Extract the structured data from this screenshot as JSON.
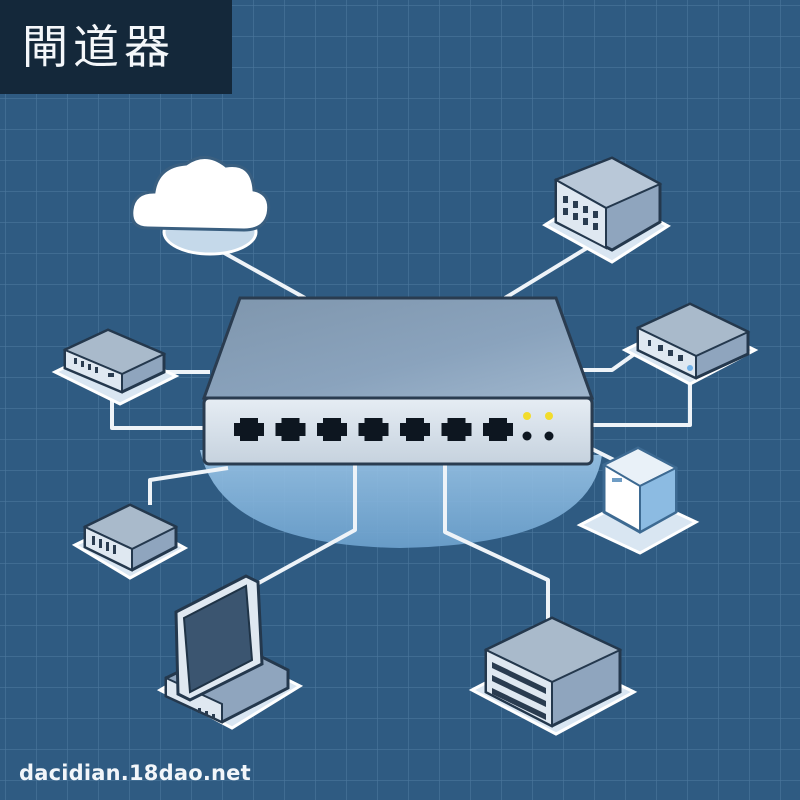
{
  "title": "閘道器",
  "watermark": "dacidian.18dao.net",
  "colors": {
    "background": "#2f5b82",
    "grid": "#4b769c",
    "title_bg": "#14283a",
    "title_text": "#f4f7fa",
    "cable": "#eef3f8",
    "device_top": "#8ea4bd",
    "device_front": "#dfe8f1",
    "port": "#0d1620",
    "led": "#f2dc2c"
  },
  "diagram": {
    "hub": {
      "label": "gateway-router",
      "ports": 7,
      "leds": 2
    },
    "nodes": [
      {
        "name": "cloud-node",
        "icon": "cloud-icon"
      },
      {
        "name": "server-top-right",
        "icon": "server-icon"
      },
      {
        "name": "router-left",
        "icon": "router-icon"
      },
      {
        "name": "switch-right",
        "icon": "switch-icon"
      },
      {
        "name": "device-left",
        "icon": "network-device-icon"
      },
      {
        "name": "storage-cube",
        "icon": "cube-icon"
      },
      {
        "name": "laptop-node",
        "icon": "laptop-icon"
      },
      {
        "name": "server-rack-bottom",
        "icon": "rack-server-icon"
      }
    ]
  }
}
